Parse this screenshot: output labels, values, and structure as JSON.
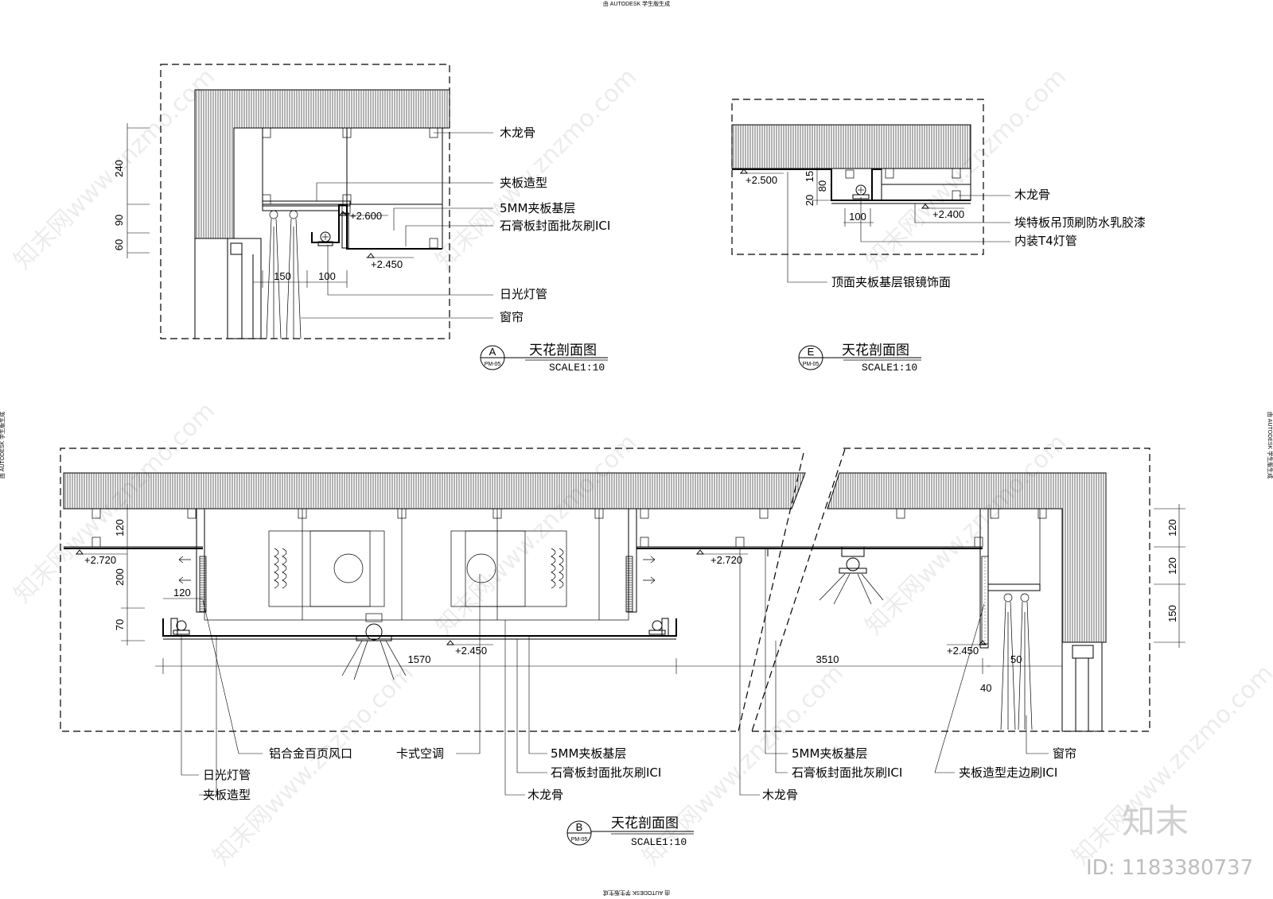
{
  "header": {
    "autodesk_top": "由 AUTODESK 学生版生成",
    "autodesk_side": "由 AUTODESK 学生版生成"
  },
  "detail_a": {
    "marker_letter": "A",
    "marker_ref": "PM-05",
    "title": "天花剖面图",
    "scale": "SCALE1:10",
    "labels": [
      "木龙骨",
      "夹板造型",
      "5MM夹板基层",
      "石膏板封面批灰刷ICI",
      "日光灯管",
      "窗帘"
    ],
    "elevations": [
      "+2.600",
      "+2.450"
    ],
    "dims_vertical": [
      "240",
      "90",
      "60"
    ],
    "dims_horizontal": [
      "150",
      "100"
    ]
  },
  "detail_e": {
    "marker_letter": "E",
    "marker_ref": "PM-05",
    "title": "天花剖面图",
    "scale": "SCALE1:10",
    "labels": [
      "木龙骨",
      "埃特板吊顶刷防水乳胶漆",
      "内装T4灯管",
      "顶面夹板基层银镜饰面"
    ],
    "elevations": [
      "+2.500",
      "+2.400"
    ],
    "dims": [
      "15",
      "80",
      "20",
      "100"
    ]
  },
  "detail_b": {
    "marker_letter": "B",
    "marker_ref": "PM-05",
    "title": "天花剖面图",
    "scale": "SCALE1:10",
    "labels_bottom": [
      "铝合金百页风口",
      "卡式空调",
      "5MM夹板基层",
      "石膏板封面批灰刷ICI",
      "日光灯管",
      "夹板造型",
      "木龙骨",
      "5MM夹板基层",
      "石膏板封面批灰刷ICI",
      "木龙骨",
      "窗帘",
      "夹板造型走边刷ICI"
    ],
    "elevations": [
      "+2.720",
      "+2.720",
      "+2.450",
      "+2.450"
    ],
    "dims_left": [
      "120",
      "200",
      "70"
    ],
    "dims_right": [
      "120",
      "120",
      "150"
    ],
    "dims_other": [
      "120",
      "1570",
      "3510",
      "50",
      "40"
    ]
  },
  "watermark": {
    "brand": "知末",
    "id": "ID: 1183380737",
    "site": "知末网www.znzmo.com"
  }
}
